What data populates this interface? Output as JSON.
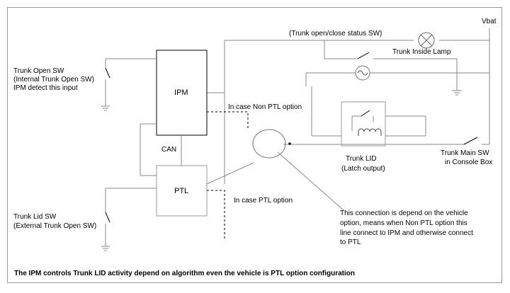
{
  "labels": {
    "vbat": "Vbat",
    "trunk_status_sw": "(Trunk open/close status SW)",
    "trunk_inside_lamp": "Trunk Inside Lamp",
    "trunk_open_sw_1": "Trunk Open SW",
    "trunk_open_sw_2": "(Internal Trunk Open SW)",
    "trunk_open_sw_3": "IPM detect this input",
    "ipm": "IPM",
    "non_ptl_option": "In case Non PTL option",
    "can": "CAN",
    "ptl": "PTL",
    "ptl_option": "In case PTL option",
    "trunk_lid_1": "Trunk LID",
    "trunk_lid_2": "(Latch output)",
    "trunk_main_sw_1": "Trunk Main SW",
    "trunk_main_sw_2": "in Console Box",
    "trunk_lid_sw_1": "Trunk Lid SW",
    "trunk_lid_sw_2": "(External Trunk Open SW)",
    "note_1": "This connection is depend on the vehicle",
    "note_2": "option, means when Non PTL option this",
    "note_3": "line connect to IPM and otherwise connect",
    "note_4": "to PTL"
  },
  "caption": "The IPM controls Trunk LID activity depend on algorithm even the vehicle is  PTL option configuration"
}
